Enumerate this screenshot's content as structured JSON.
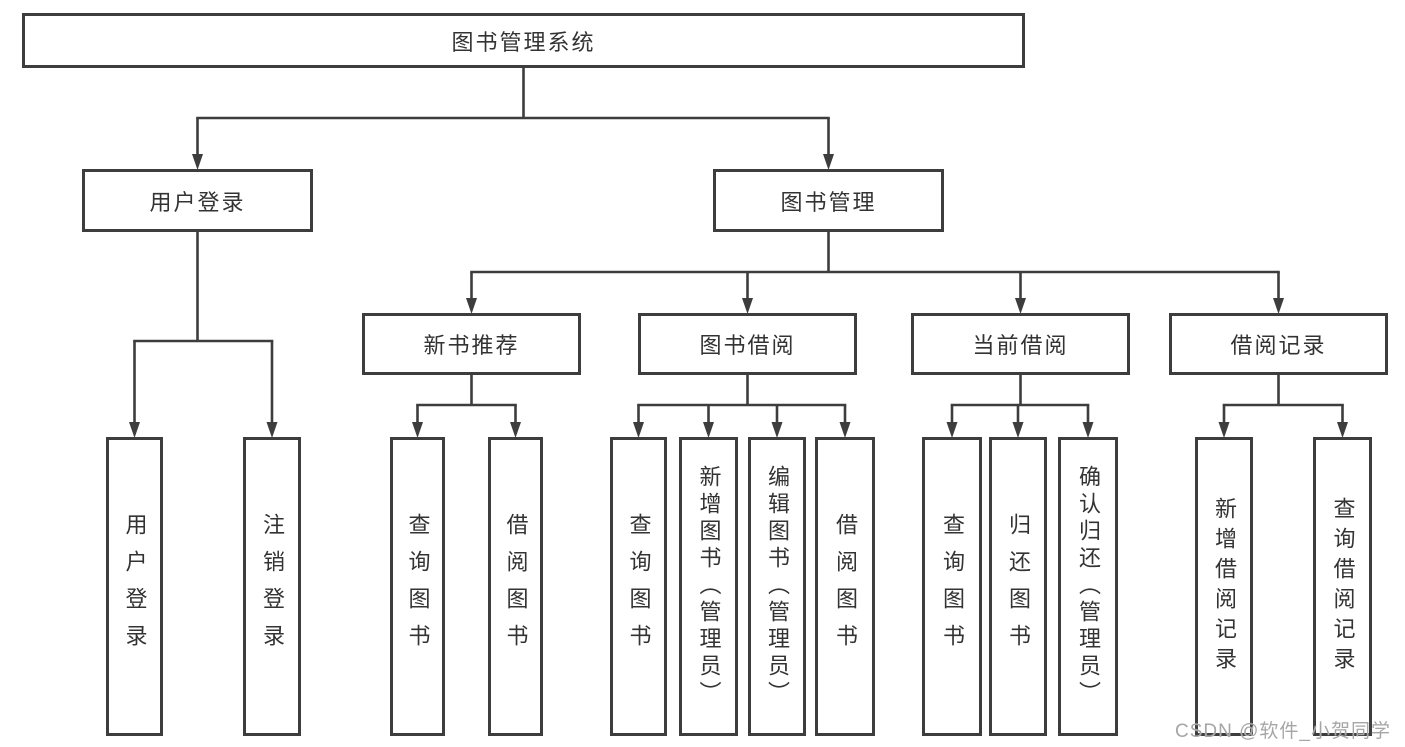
{
  "diagram_title": "图书管理系统",
  "watermark": {
    "text": "CSDN @软件_小贺同学"
  },
  "colors": {
    "line": "#3d3d3d",
    "box_border": "#3d3d3d",
    "text": "#333333",
    "watermark": "#a6a6a6",
    "background": "#ffffff"
  },
  "nodes": {
    "root": {
      "label": "图书管理系统"
    },
    "user_login": {
      "label": "用户登录"
    },
    "book_mgmt": {
      "label": "图书管理"
    },
    "new_book_rec": {
      "label": "新书推荐"
    },
    "book_borrow": {
      "label": "图书借阅"
    },
    "current_borrow": {
      "label": "当前借阅"
    },
    "borrow_records": {
      "label": "借阅记录"
    },
    "leaf_user_login": {
      "label": "用户登录"
    },
    "leaf_logout": {
      "label": "注销登录"
    },
    "leaf_query_book_1": {
      "label": "查询图书"
    },
    "leaf_borrow_book_1": {
      "label": "借阅图书"
    },
    "leaf_query_book_2": {
      "label": "查询图书"
    },
    "leaf_add_book": {
      "label": "新增图书（管理员）"
    },
    "leaf_edit_book": {
      "label": "编辑图书（管理员）"
    },
    "leaf_borrow_book_2": {
      "label": "借阅图书"
    },
    "leaf_query_book_3": {
      "label": "查询图书"
    },
    "leaf_return_book": {
      "label": "归还图书"
    },
    "leaf_confirm_return": {
      "label": "确认归还（管理员）"
    },
    "leaf_add_record": {
      "label": "新增借阅记录"
    },
    "leaf_query_record": {
      "label": "查询借阅记录"
    }
  },
  "hierarchy": {
    "label": "图书管理系统",
    "children": [
      {
        "label": "用户登录",
        "children": [
          {
            "label": "用户登录"
          },
          {
            "label": "注销登录"
          }
        ]
      },
      {
        "label": "图书管理",
        "children": [
          {
            "label": "新书推荐",
            "children": [
              {
                "label": "查询图书"
              },
              {
                "label": "借阅图书"
              }
            ]
          },
          {
            "label": "图书借阅",
            "children": [
              {
                "label": "查询图书"
              },
              {
                "label": "新增图书（管理员）"
              },
              {
                "label": "编辑图书（管理员）"
              },
              {
                "label": "借阅图书"
              }
            ]
          },
          {
            "label": "当前借阅",
            "children": [
              {
                "label": "查询图书"
              },
              {
                "label": "归还图书"
              },
              {
                "label": "确认归还（管理员）"
              }
            ]
          },
          {
            "label": "借阅记录",
            "children": [
              {
                "label": "新增借阅记录"
              },
              {
                "label": "查询借阅记录"
              }
            ]
          }
        ]
      }
    ]
  }
}
